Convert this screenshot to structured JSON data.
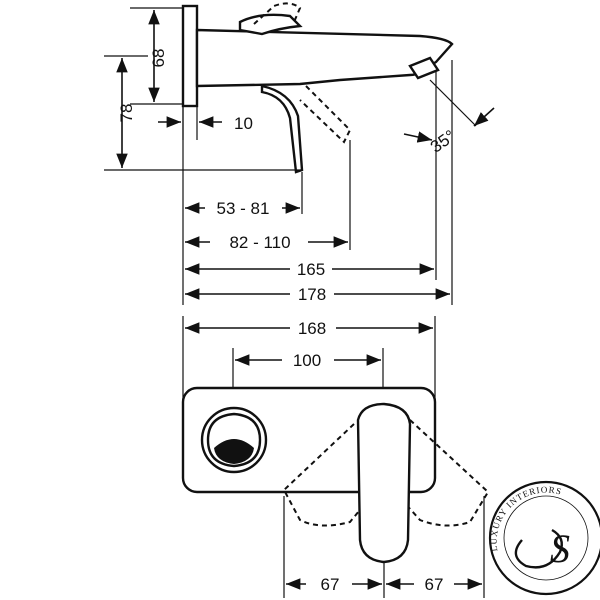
{
  "side_view": {
    "dim_68": "68",
    "dim_78": "78",
    "dim_10": "10",
    "dim_angle": "35°",
    "dim_53_81": "53 - 81",
    "dim_82_110": "82 - 110",
    "dim_165": "165",
    "dim_178": "178"
  },
  "front_view": {
    "dim_168": "168",
    "dim_100": "100",
    "dim_67_left": "67",
    "dim_67_right": "67"
  },
  "logo": {
    "text": "LUXURY INTERIORS",
    "monogram": "S"
  }
}
